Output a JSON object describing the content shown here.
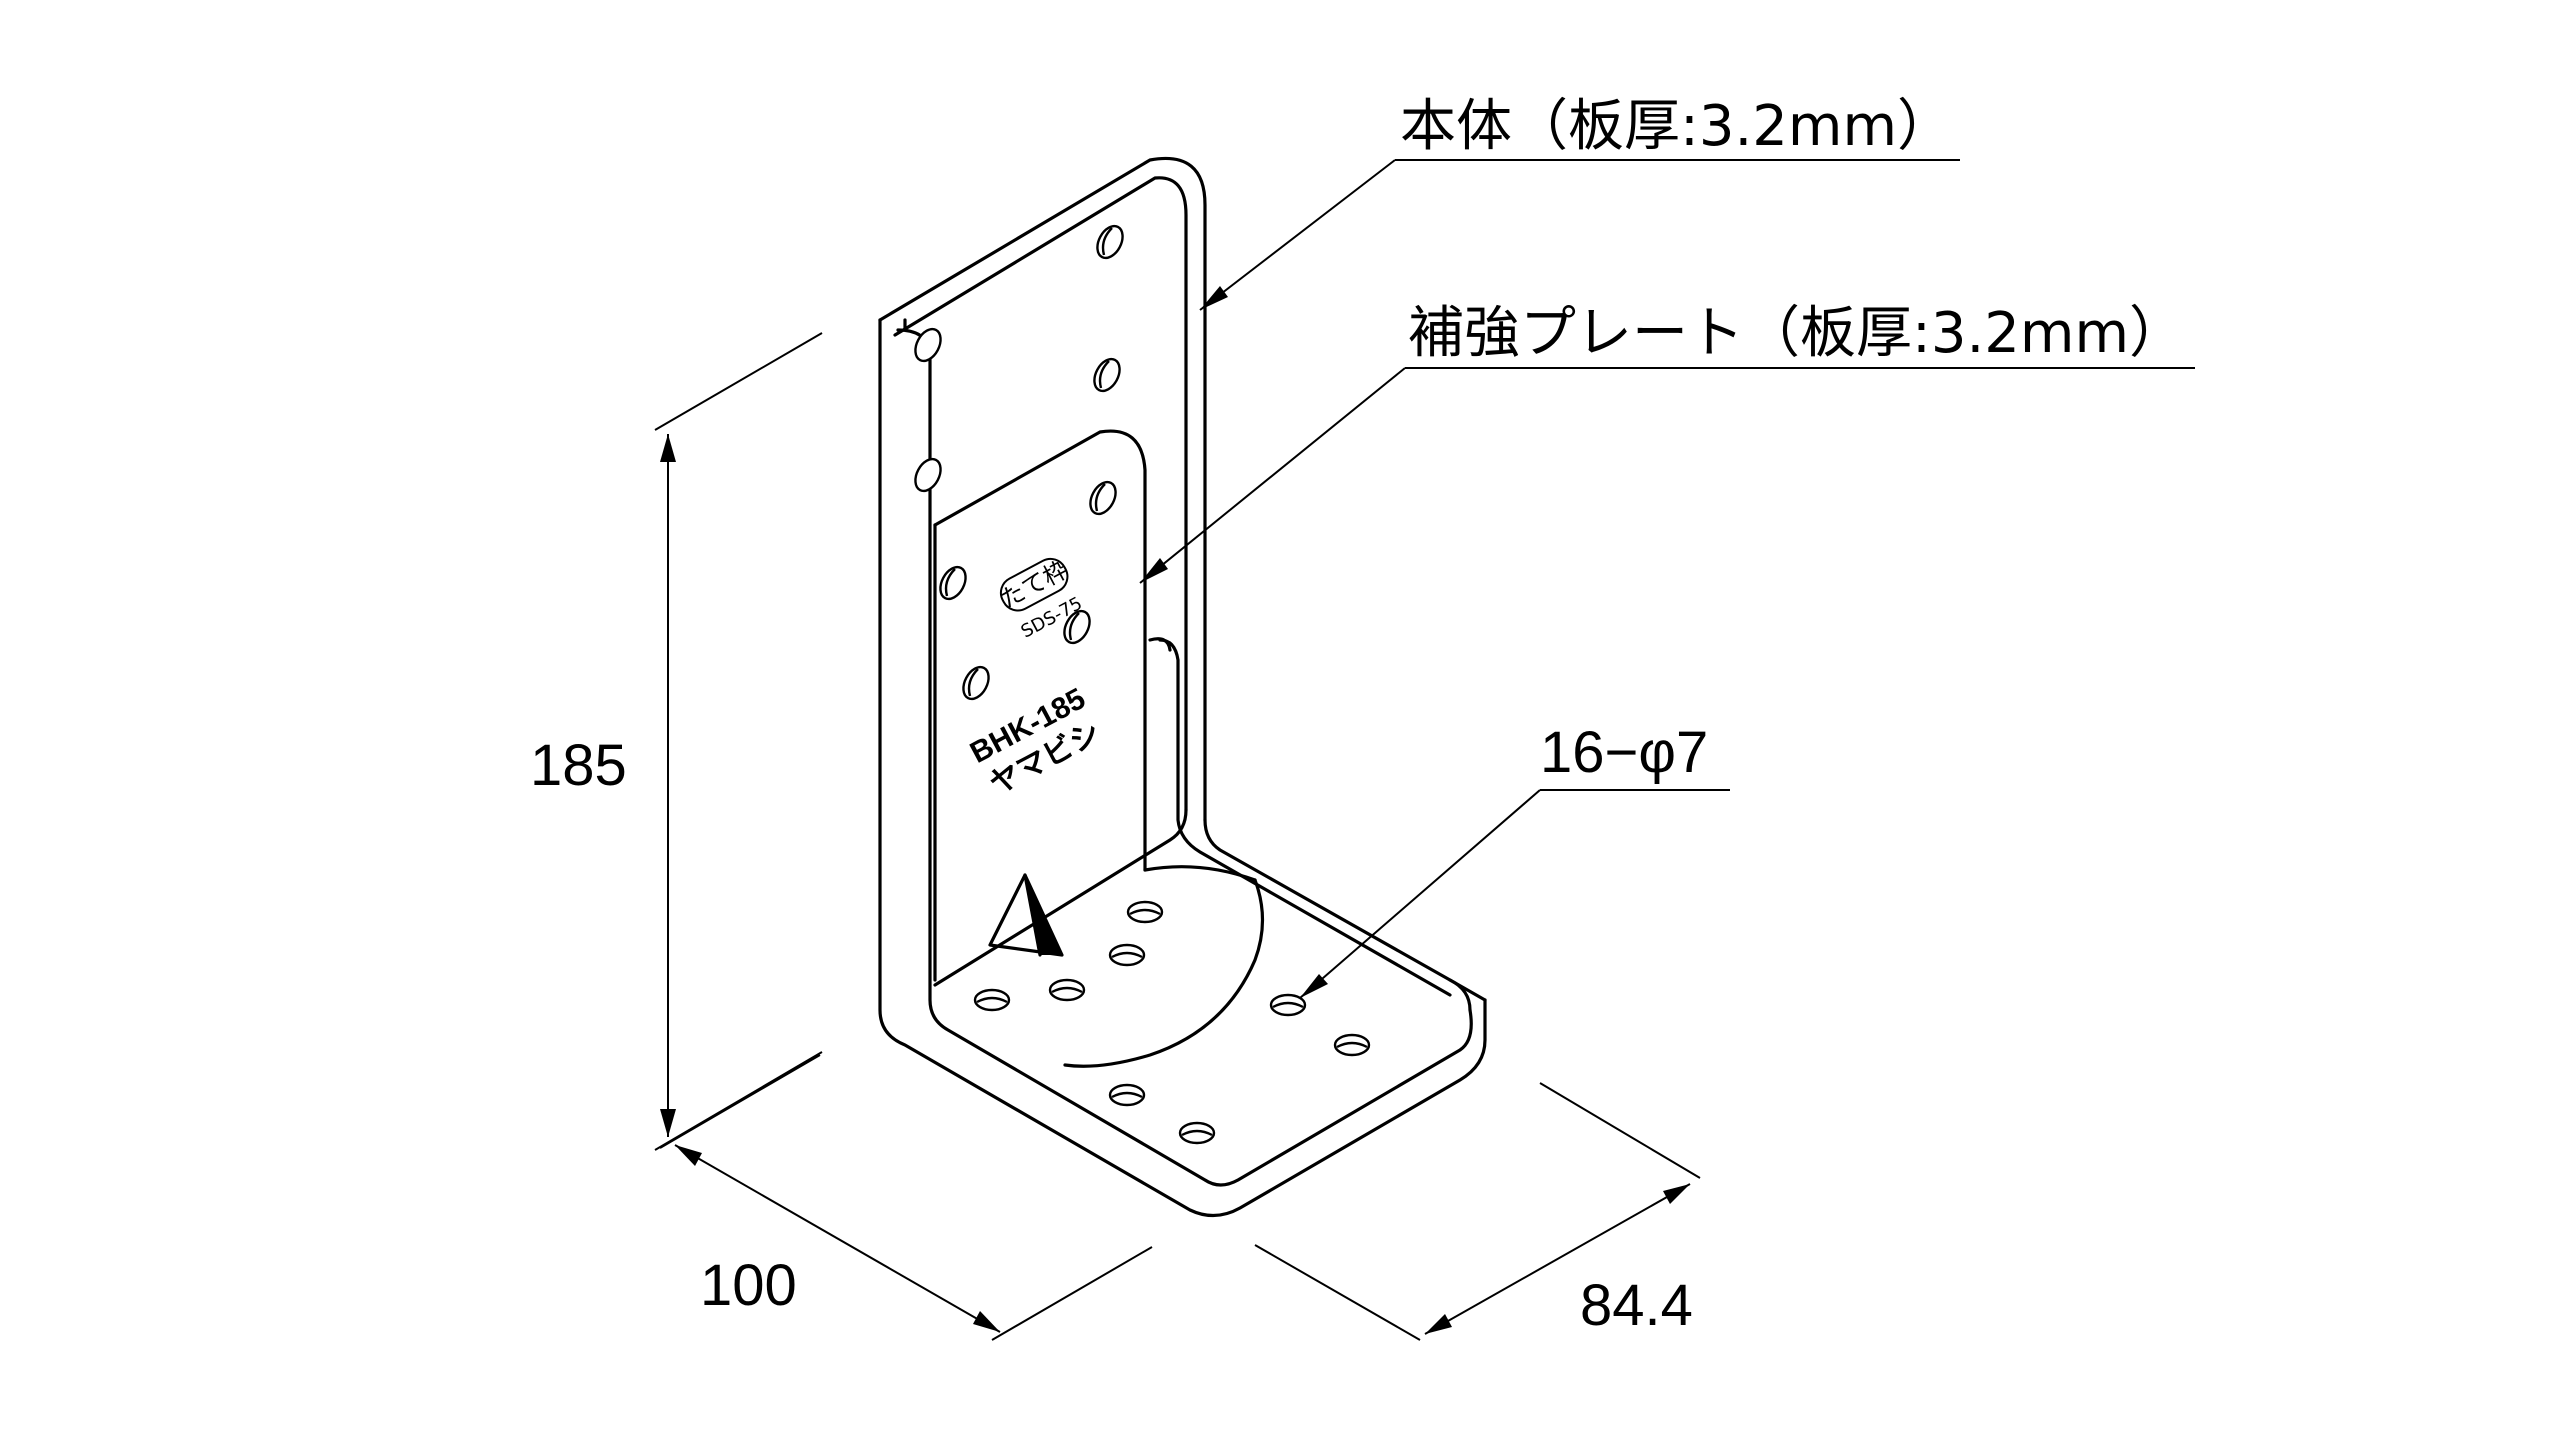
{
  "callouts": {
    "body_label": "本体（板厚:3.2mm）",
    "plate_label": "補強プレート（板厚:3.2mm）",
    "holes_label": "16−φ7"
  },
  "dimensions": {
    "height": "185",
    "width": "100",
    "depth": "84.4"
  },
  "markings": {
    "stamp_logo": "たて枠",
    "stamp_code": "SDS-75",
    "model": "BHK-185",
    "brand": "ヤマビシ"
  }
}
